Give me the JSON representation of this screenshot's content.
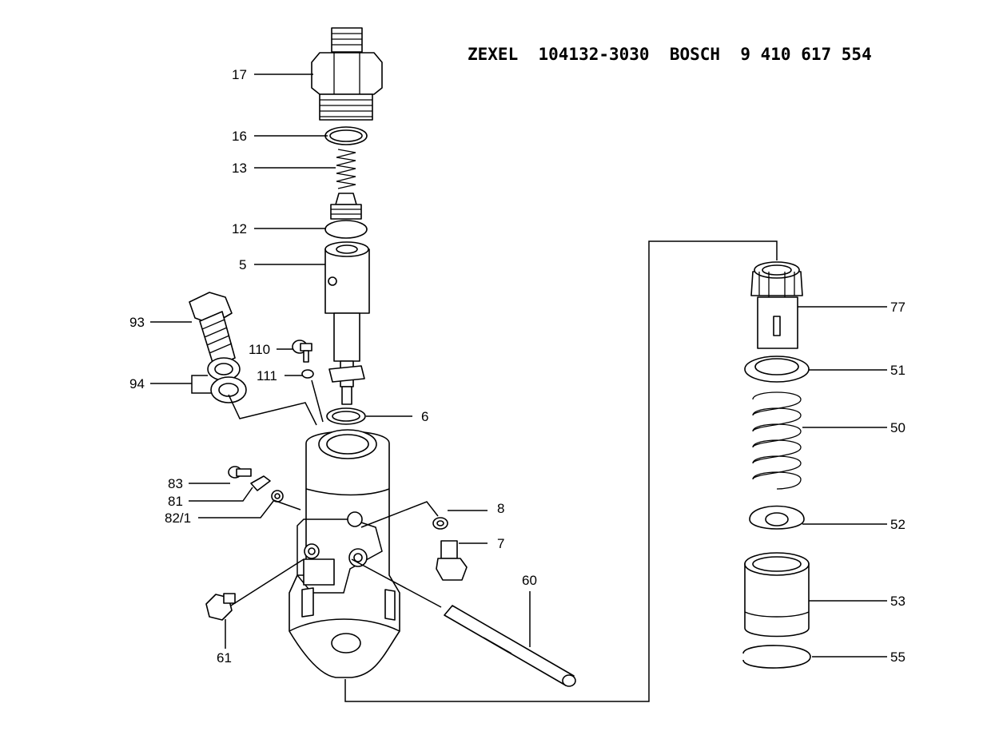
{
  "title": "ZEXEL  104132-3030  BOSCH  9 410 617 554",
  "callouts": {
    "c17": "17",
    "c16": "16",
    "c13": "13",
    "c12": "12",
    "c5": "5",
    "c93": "93",
    "c94": "94",
    "c110": "110",
    "c111": "111",
    "c6": "6",
    "c83": "83",
    "c81": "81",
    "c82": "82/1",
    "c8": "8",
    "c7": "7",
    "c60": "60",
    "c61": "61",
    "c77": "77",
    "c51": "51",
    "c50": "50",
    "c52": "52",
    "c53": "53",
    "c55": "55"
  }
}
